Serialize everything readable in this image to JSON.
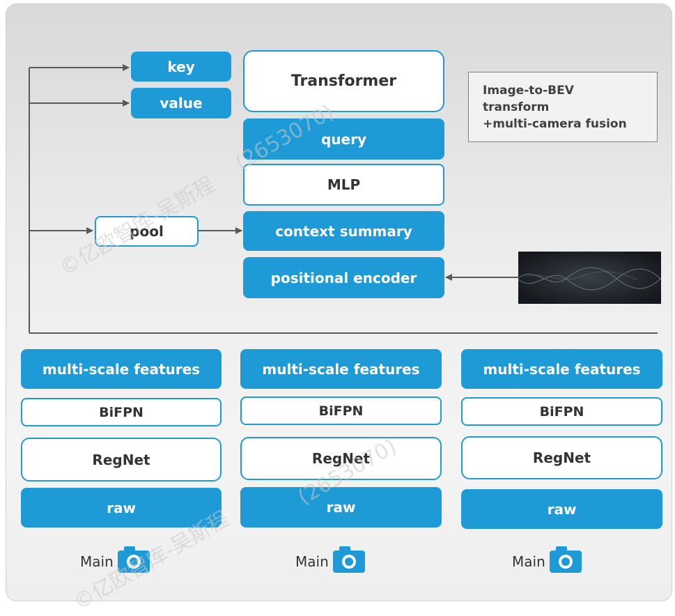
{
  "top": {
    "key": "key",
    "value": "value",
    "transformer": "Transformer",
    "query": "query",
    "mlp": "MLP",
    "pool": "pool",
    "context_summary": "context summary",
    "positional_encoder": "positional encoder"
  },
  "note": {
    "line1": "Image-to-BEV",
    "line2": "transform",
    "line3": "+multi-camera fusion"
  },
  "columns": [
    {
      "features": "multi-scale features",
      "bifpn": "BiFPN",
      "regnet": "RegNet",
      "raw": "raw",
      "camera_label": "Main"
    },
    {
      "features": "multi-scale features",
      "bifpn": "BiFPN",
      "regnet": "RegNet",
      "raw": "raw",
      "camera_label": "Main"
    },
    {
      "features": "multi-scale features",
      "bifpn": "BiFPN",
      "regnet": "RegNet",
      "raw": "raw",
      "camera_label": "Main"
    }
  ],
  "watermark": {
    "a": "©亿欧智库-吴斯程",
    "b": "(2653070)"
  },
  "colors": {
    "accent": "#1e9bd7",
    "arrow": "#595959"
  }
}
